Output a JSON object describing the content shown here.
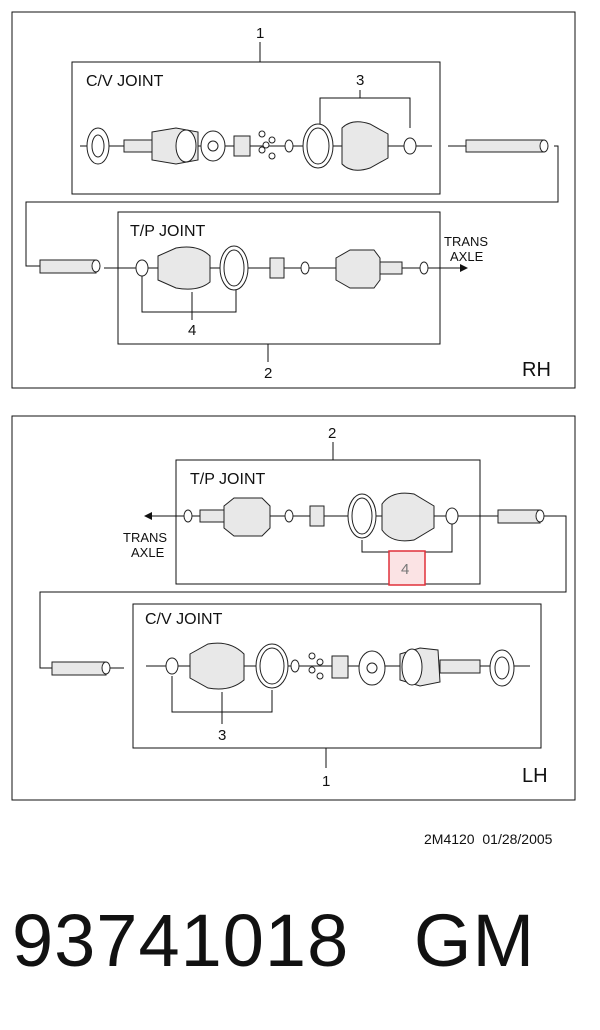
{
  "diagram": {
    "rh": {
      "side_label": "RH",
      "cv_joint_label": "C/V JOINT",
      "tp_joint_label": "T/P JOINT",
      "callout_1": "1",
      "callout_2": "2",
      "callout_3": "3",
      "callout_4": "4",
      "trans_axle_line1": "TRANS",
      "trans_axle_line2": "AXLE"
    },
    "lh": {
      "side_label": "LH",
      "cv_joint_label": "C/V JOINT",
      "tp_joint_label": "T/P JOINT",
      "callout_1": "1",
      "callout_2": "2",
      "callout_3": "3",
      "callout_4": "4",
      "trans_axle_line1": "TRANS",
      "trans_axle_line2": "AXLE",
      "highlight_color": "#e0303a"
    }
  },
  "footer": {
    "drawing_code": "2M4120  01/28/2005",
    "part_number_line": "93741018   GM"
  }
}
